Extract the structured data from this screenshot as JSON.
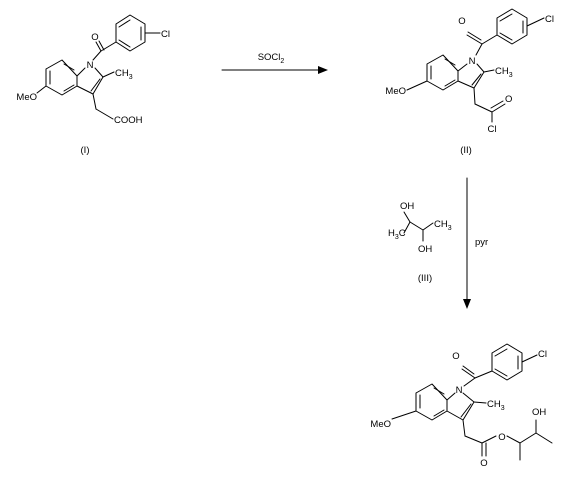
{
  "compound_I": {
    "label": "(I)",
    "atoms": {
      "cl": "Cl",
      "o_carbonyl": "O",
      "n": "N",
      "methyl": "CH",
      "methyl_sub": "3",
      "meo": "MeO",
      "acid": "COOH"
    }
  },
  "compound_II": {
    "label": "(II)",
    "atoms": {
      "cl": "Cl",
      "o_carbonyl": "O",
      "n": "N",
      "methyl": "CH",
      "methyl_sub": "3",
      "meo": "MeO",
      "o_acyl": "O",
      "cl_acyl": "Cl"
    }
  },
  "compound_III": {
    "label": "(III)",
    "atoms": {
      "oh_top": "OH",
      "oh_bottom": "OH",
      "ch3_left": "H",
      "ch3_left_sub": "3",
      "ch3_left_c": "C",
      "ch3_right": "CH",
      "ch3_right_sub": "3"
    }
  },
  "product": {
    "atoms": {
      "cl": "Cl",
      "o_carbonyl": "O",
      "n": "N",
      "methyl": "CH",
      "methyl_sub": "3",
      "meo": "MeO",
      "o_ester": "O",
      "o_keto": "O",
      "oh": "OH"
    }
  },
  "step1": {
    "reagent": "SOCl",
    "reagent_sub": "2"
  },
  "step2": {
    "reagent": "pyr"
  }
}
